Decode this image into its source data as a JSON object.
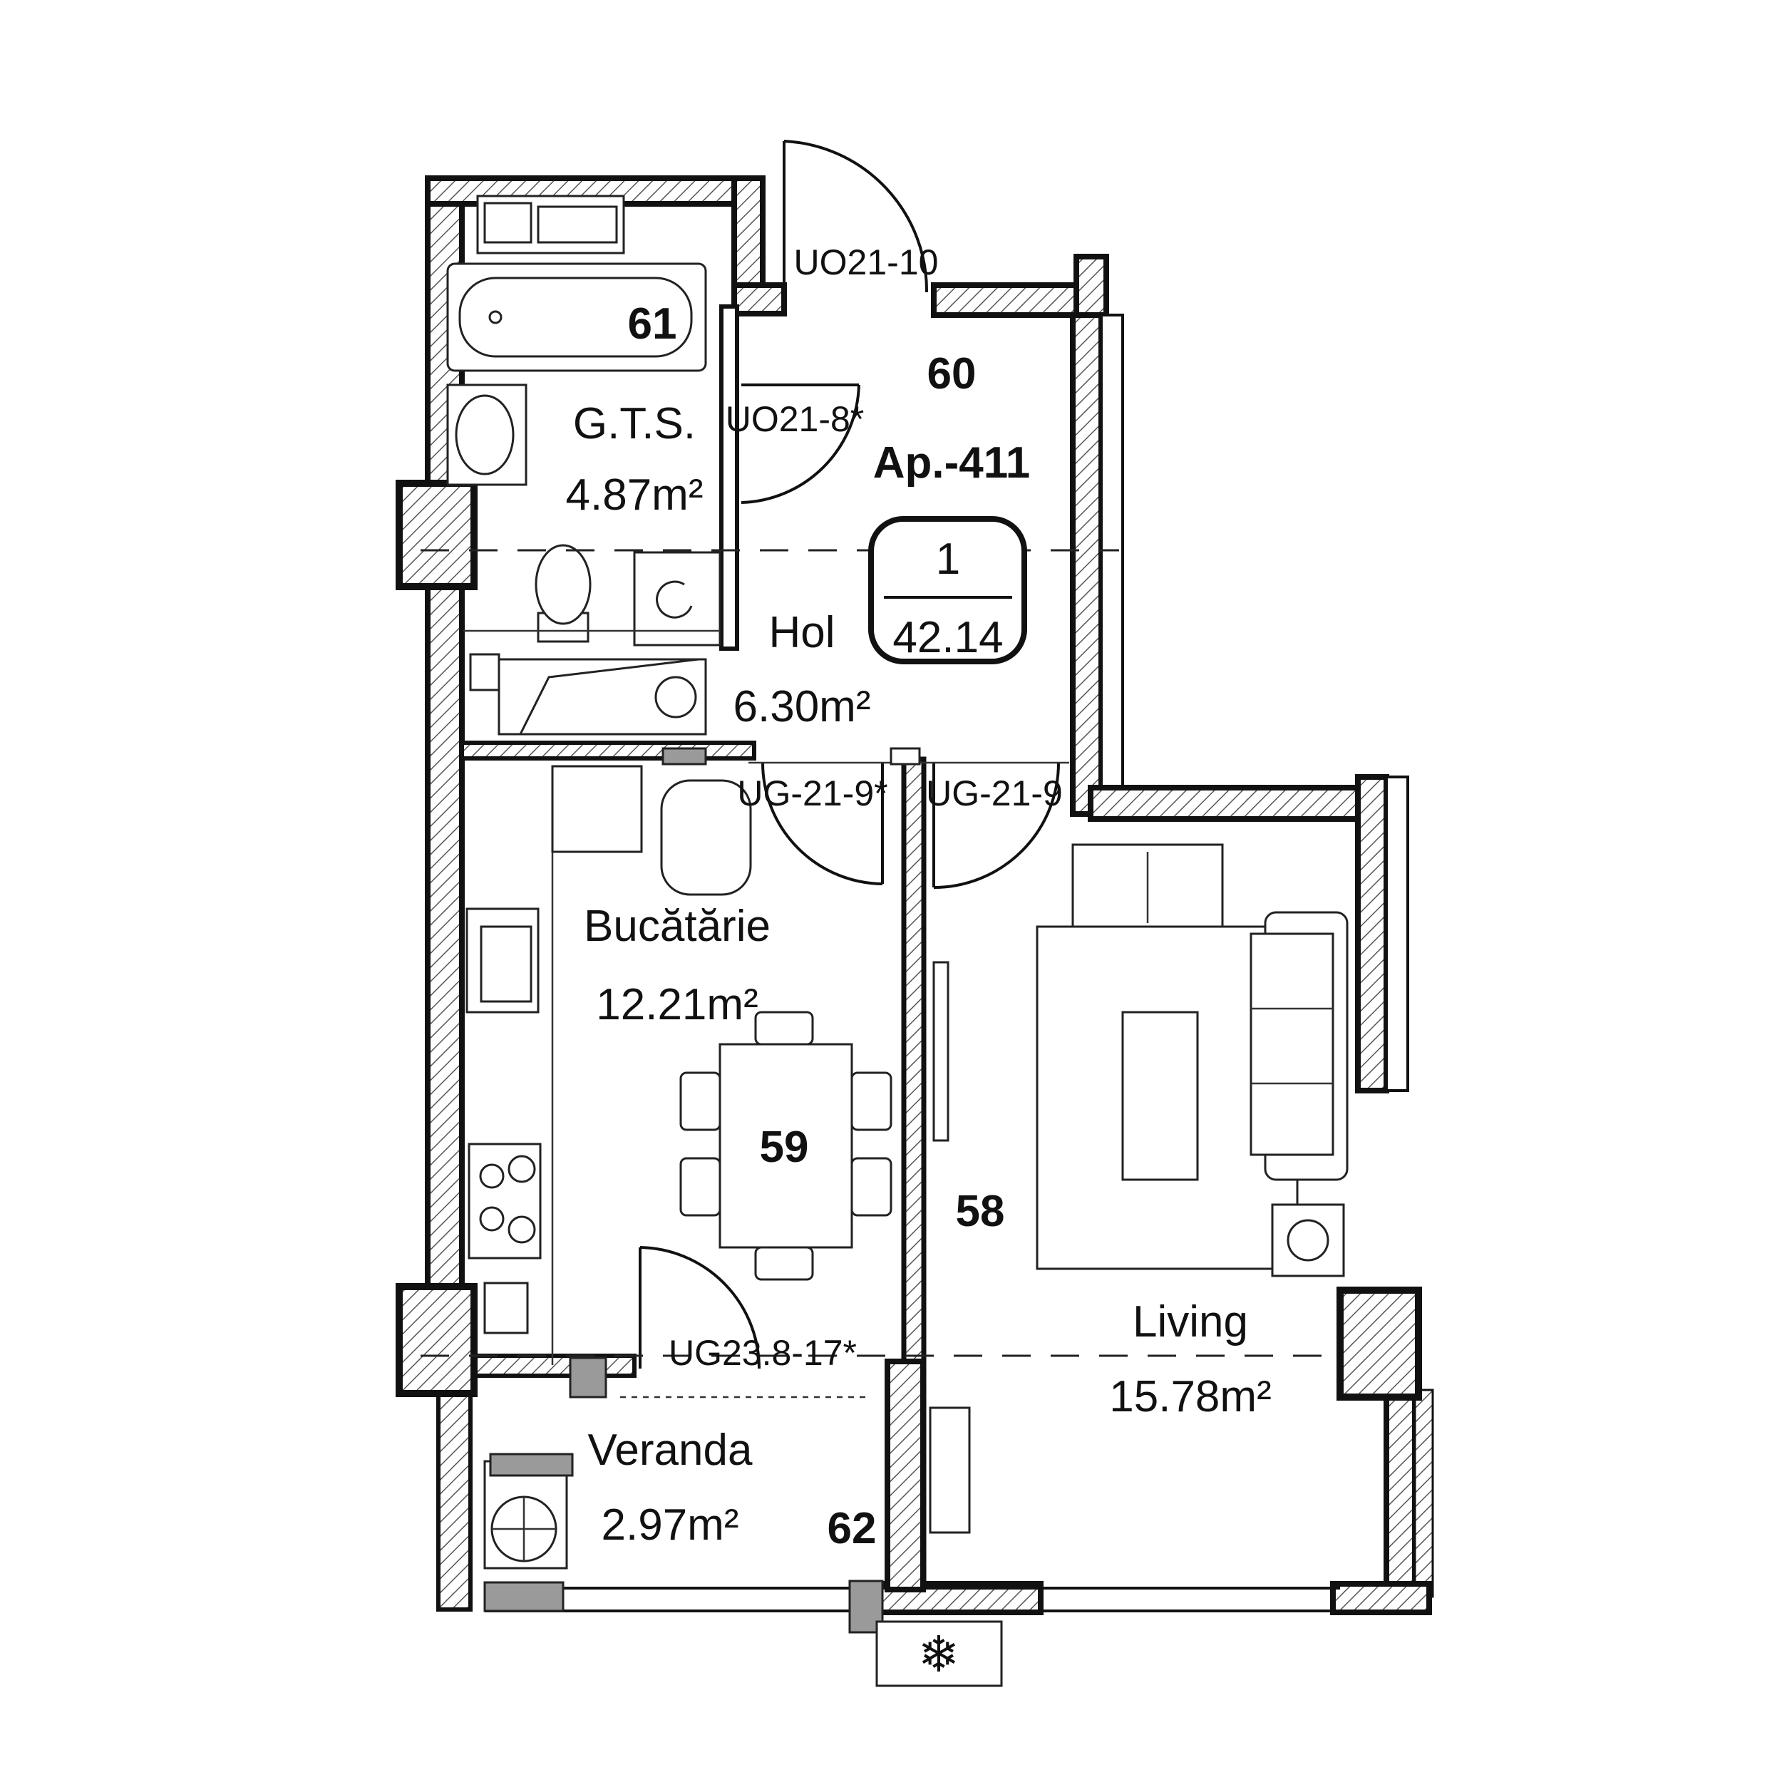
{
  "apartment": {
    "label": "Ap.-411",
    "badge_rooms": "1",
    "badge_area": "42.14"
  },
  "rooms": {
    "gts": {
      "number": "61",
      "name": "G.T.S.",
      "area": "4.87m²"
    },
    "hol": {
      "number": "60",
      "name": "Hol",
      "area": "6.30m²"
    },
    "bucatarie": {
      "number": "59",
      "name": "Bucătărie",
      "area": "12.21m²"
    },
    "living": {
      "number": "58",
      "name": "Living",
      "area": "15.78m²"
    },
    "veranda": {
      "number": "62",
      "name": "Veranda",
      "area": "2.97m²"
    }
  },
  "doors": {
    "entrance": "UO21-10",
    "bathroom": "UO21-8*",
    "kitchen": "UG-21-9*",
    "living": "UG-21-9",
    "veranda": "UG23.8-17*"
  },
  "icons": {
    "ac_unit": "snowflake-icon",
    "washer": "washing-machine-icon",
    "hob": "cooktop-icon",
    "sink": "sink-icon",
    "boiler": "boiler-icon"
  },
  "colors": {
    "line": "#111111",
    "hatch": "#555555",
    "fill_grey": "#9a9a9a"
  }
}
